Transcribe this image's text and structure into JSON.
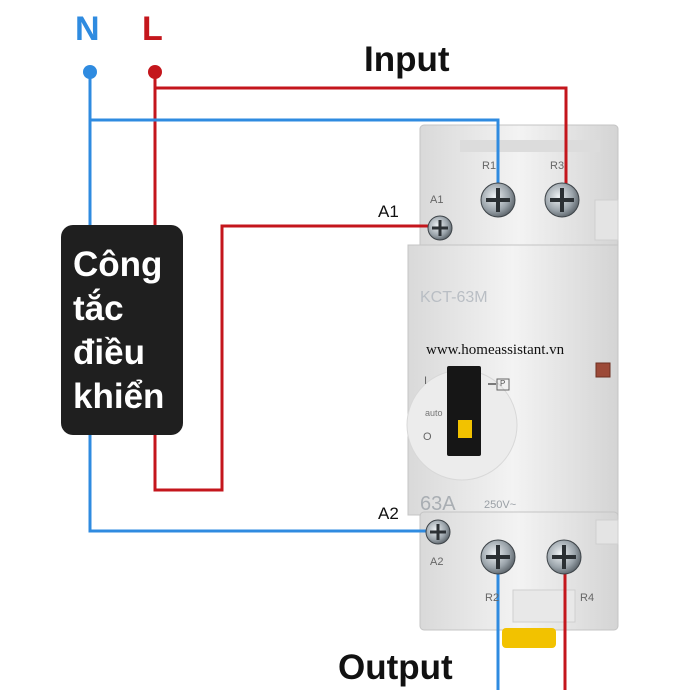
{
  "supply": {
    "neutral_label": "N",
    "live_label": "L",
    "neutral_color": "#2f8be0",
    "live_color": "#c4161c"
  },
  "diagram": {
    "input_label": "Input",
    "output_label": "Output"
  },
  "switch": {
    "lines": [
      "Công",
      "tắc",
      "điều",
      "khiển"
    ],
    "fill": "#1f1f1f"
  },
  "device": {
    "model": "KCT-63M",
    "rating": "63A",
    "voltage": "250V~",
    "watermark": "www.homeassistant.vn",
    "mode_on": "I",
    "mode_auto": "auto",
    "mode_off": "O",
    "indicator_p": "P",
    "terminals": {
      "a1": "A1",
      "a2": "A2",
      "r1": "R1",
      "r2": "R2",
      "r3": "R3",
      "r4": "R4"
    }
  },
  "wiring_labels": {
    "a1": "A1",
    "a2": "A2"
  }
}
